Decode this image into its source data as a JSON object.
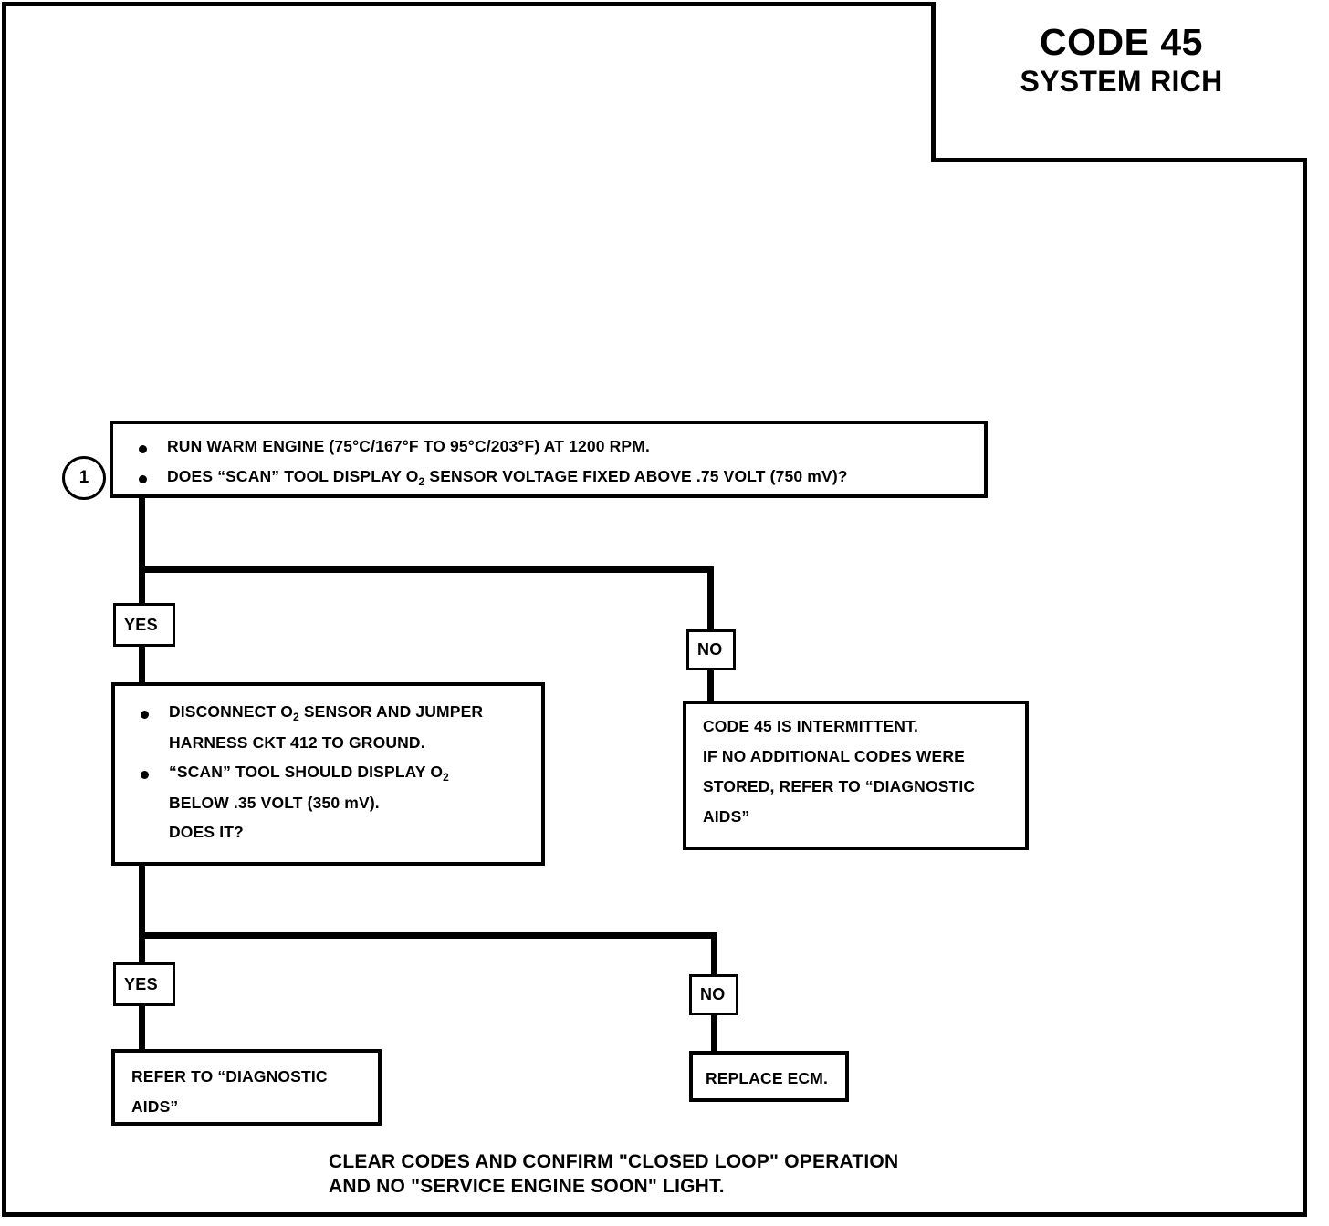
{
  "title": {
    "code": "CODE 45",
    "subtitle": "SYSTEM RICH"
  },
  "step_marker": {
    "number": "1"
  },
  "box_1": {
    "bullet_1_pre": "RUN WARM ENGINE  (75°C/167°F TO 95°C/203°F) AT 1200 RPM.",
    "bullet_2_pre": "DOES “SCAN” TOOL DISPLAY O",
    "bullet_2_sub": "2",
    "bullet_2_post": " SENSOR  VOLTAGE FIXED ABOVE .75 VOLT  (750 mV)?"
  },
  "box_2": {
    "bullet_1_pre": "DISCONNECT O",
    "bullet_1_sub": "2",
    "bullet_1_post": " SENSOR AND JUMPER",
    "line_2": "HARNESS CKT 412 TO GROUND.",
    "bullet_3_pre": "“SCAN” TOOL SHOULD DISPLAY O",
    "bullet_3_sub": "2",
    "line_4": "BELOW .35 VOLT  (350 mV).",
    "line_5": "DOES IT?"
  },
  "box_intermittent": {
    "line_1": "CODE 45 IS INTERMITTENT.",
    "line_2": "IF NO ADDITIONAL CODES WERE",
    "line_3": "STORED, REFER TO  “DIAGNOSTIC",
    "line_4": "AIDS”"
  },
  "box_refer_aids": {
    "line_1": "REFER TO  “DIAGNOSTIC",
    "line_2": "AIDS”"
  },
  "box_replace_ecm": {
    "line_1": "REPLACE ECM."
  },
  "labels": {
    "yes_1": "YES",
    "no_1": "NO",
    "yes_2": "YES",
    "no_2": "NO"
  },
  "footer": {
    "line_1": "CLEAR CODES AND CONFIRM \"CLOSED LOOP\" OPERATION",
    "line_2": "AND NO \"SERVICE ENGINE SOON\" LIGHT."
  },
  "colors": {
    "ink": "#000000",
    "paper": "#ffffff"
  }
}
